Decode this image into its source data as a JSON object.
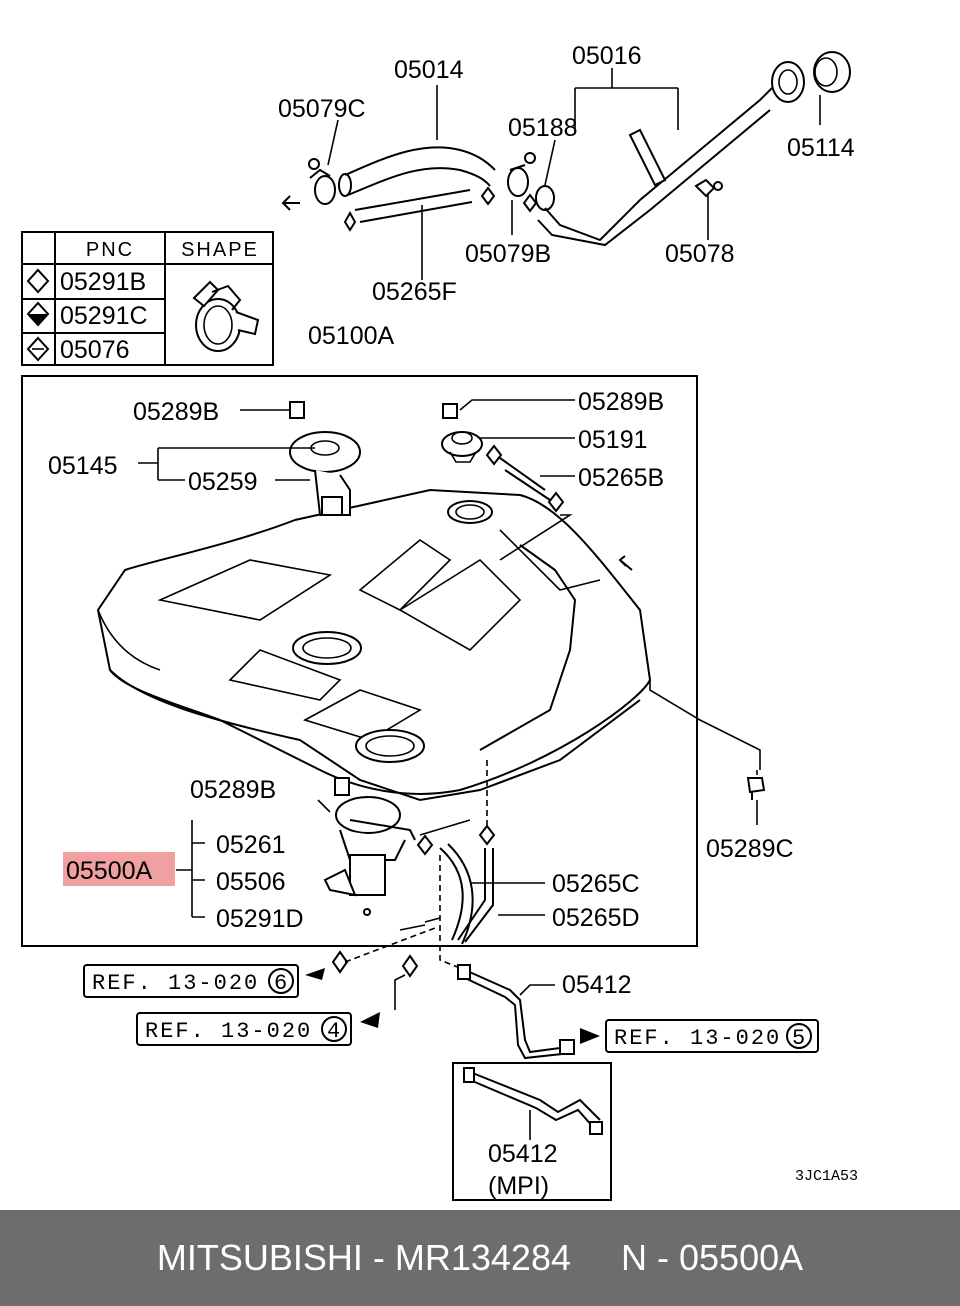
{
  "labels": {
    "p05014": "05014",
    "p05016": "05016",
    "p05079C": "05079C",
    "p05188": "05188",
    "p05114": "05114",
    "p05079B": "05079B",
    "p05078": "05078",
    "p05265F": "05265F",
    "p05100A": "05100A",
    "p05289B_1": "05289B",
    "p05289B_2": "05289B",
    "p05289B_3": "05289B",
    "p05191": "05191",
    "p05145": "05145",
    "p05259": "05259",
    "p05265B": "05265B",
    "p05289C": "05289C",
    "p05500A": "05500A",
    "p05261": "05261",
    "p05506": "05506",
    "p05291D": "05291D",
    "p05265C": "05265C",
    "p05265D": "05265D",
    "p05412": "05412",
    "p05412_mpi": "05412",
    "mpi": "(MPI)",
    "code": "3JC1A53"
  },
  "legend": {
    "col_pnc": "PNC",
    "col_shape": "SHAPE",
    "rows": [
      "05291B",
      "05291C",
      "05076"
    ]
  },
  "refs": {
    "ref6": "REF. 13-020",
    "ref6_num": "6",
    "ref4": "REF. 13-020",
    "ref4_num": "4",
    "ref5": "REF. 13-020",
    "ref5_num": "5"
  },
  "footer": {
    "text": "MITSUBISHI - MR134284     N - 05500A"
  },
  "colors": {
    "highlight": "#f0a0a0",
    "footer_bg": "#6d6d6d"
  }
}
